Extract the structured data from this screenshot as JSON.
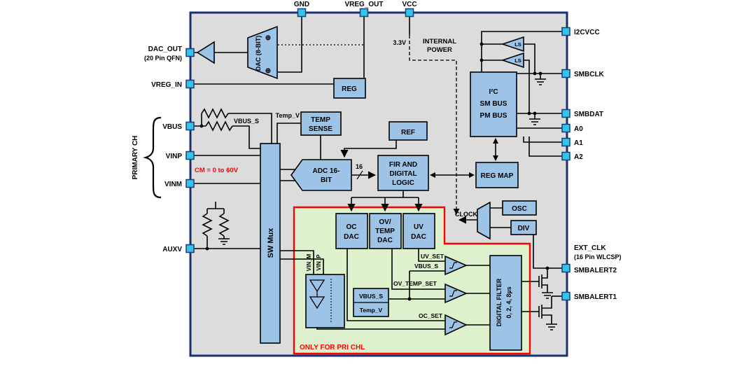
{
  "pins": {
    "top": {
      "gnd": "GND",
      "vreg_out": "VREG_OUT",
      "vcc": "VCC"
    },
    "left": {
      "dac_out": "DAC_OUT",
      "dac_out_pkg": "(20 Pin QFN)",
      "vreg_in": "VREG_IN",
      "vbus": "VBUS",
      "vinp": "VINP",
      "vinm": "VINM",
      "auxv": "AUXV",
      "primary_ch": "PRIMARY CH"
    },
    "right": {
      "i2cvcc": "I2CVCC",
      "smbclk": "SMBCLK",
      "smbdat": "SMBDAT",
      "a0": "A0",
      "a1": "A1",
      "a2": "A2",
      "ext_clk": "EXT_CLK",
      "ext_clk_pkg": "(16 Pin WLCSP)",
      "smbalert2": "SMBALERT2",
      "smbalert1": "SMBALERT1"
    }
  },
  "blocks": {
    "dac": "DAC (8-BIT)",
    "sum": "⊕",
    "reg": "REG",
    "temp1": "TEMP",
    "temp2": "SENSE",
    "ref": "REF",
    "adc1": "ADC 16-",
    "adc2": "BIT",
    "fir1": "FIR AND",
    "fir2": "DIGITAL",
    "fir3": "LOGIC",
    "regmap": "REG MAP",
    "i2c1": "I²C",
    "i2c2": "SM BUS",
    "i2c3": "PM BUS",
    "ls": "LS",
    "swmux": "SW Mux",
    "osc": "OSC",
    "div": "DIV",
    "ocdac1": "OC",
    "ocdac2": "DAC",
    "ovdac1": "OV/",
    "ovdac2": "TEMP",
    "ovdac3": "DAC",
    "uvdac1": "UV",
    "uvdac2": "DAC",
    "sig1": "VBUS_S",
    "sig2": "Temp_V",
    "filter1": "DIGITAL FILTER",
    "filter2": "0, 2, 4, 8µs"
  },
  "labels": {
    "v33": "3.3V",
    "internal1": "INTERNAL",
    "internal2": "POWER",
    "temp_v": "Temp_V",
    "vbus_s": "VBUS_S",
    "cm_range": "CM = 0 to 60V",
    "bus_width": "16",
    "clock": "CLOCK",
    "uv_set": "UV_SET",
    "vbus_s_cmp": "VBUS_S",
    "ov_temp_set": "OV_TEMP_SET",
    "oc_set": "OC_SET",
    "vin_m": "VIN_M",
    "vin_p": "VIN_P",
    "only_pri": "ONLY FOR PRI CHL"
  },
  "colors": {
    "chip_fill": "#dcdcdc",
    "chip_border": "#1b2f6e",
    "block_fill": "#9dc3e6",
    "pin_fill": "#35c4e8",
    "region_fill": "#ddf2cc",
    "region_border": "#ff0000",
    "alert_red": "#ff0000",
    "wire": "#000000"
  }
}
